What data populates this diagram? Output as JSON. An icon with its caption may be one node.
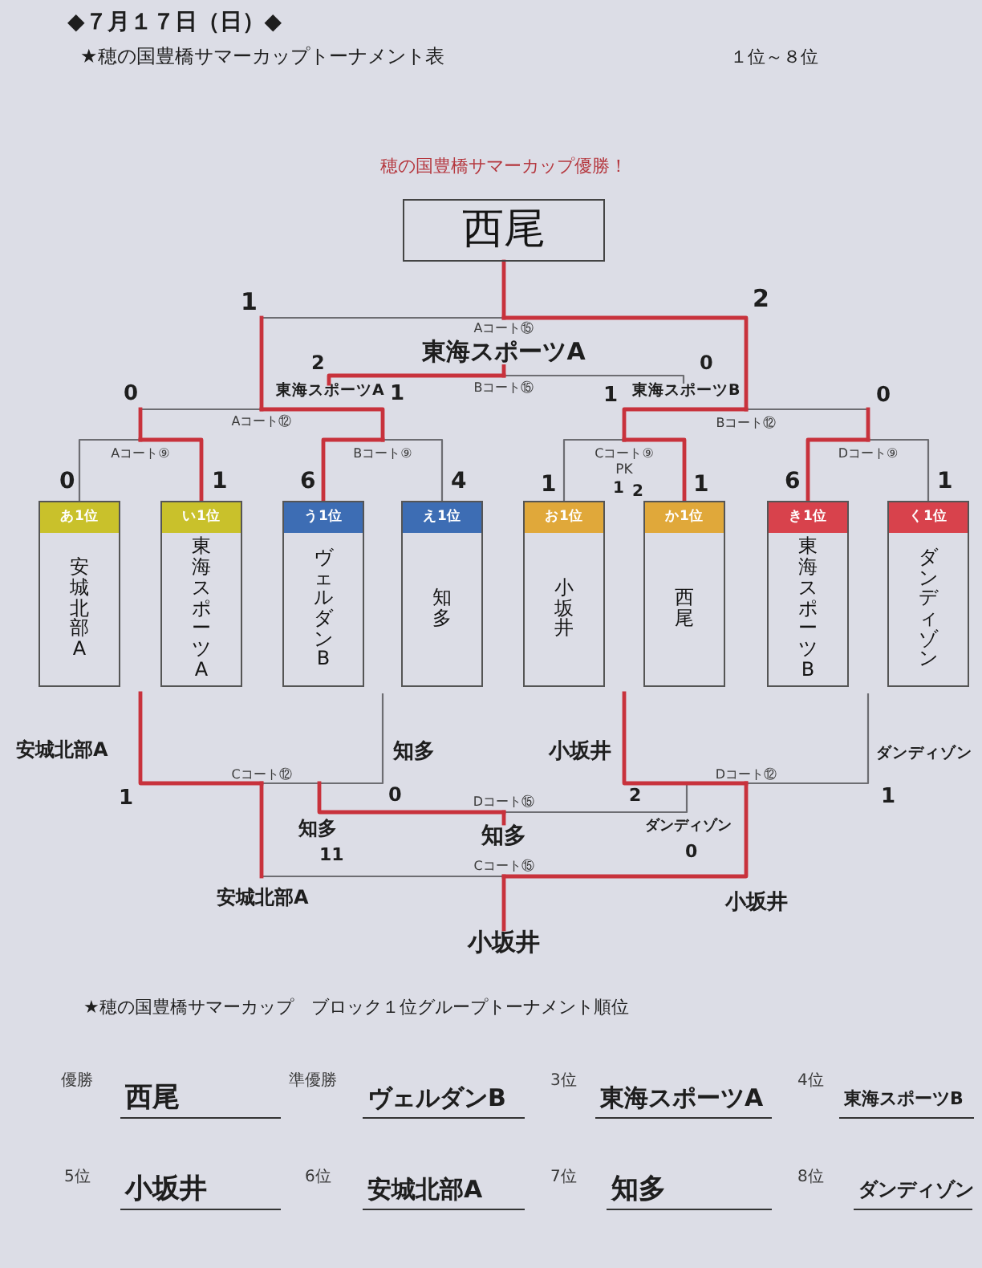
{
  "diagram": {
    "title": "★穂の国豊橋サマーカップトーナメント表",
    "nodes": [
      {
        "text": [
          "西尾"
        ],
        "beside": [
          "穂の国豊橋サマーカップ優勝！"
        ]
      },
      {
        "text": [
          "東海スポーツA"
        ]
      },
      {
        "text": [
          "東海スポーツA"
        ]
      },
      {
        "text": [
          "東海スポーツB"
        ]
      },
      {
        "text": [
          "あ1位",
          "安城北部A"
        ]
      },
      {
        "text": [
          "い1位",
          "東海スポーツA"
        ]
      },
      {
        "text": [
          "う1位",
          "ヴェルダンB"
        ]
      },
      {
        "text": [
          "え1位",
          "知多"
        ]
      },
      {
        "text": [
          "お1位",
          "小坂井"
        ]
      },
      {
        "text": [
          "か1位",
          "西尾"
        ]
      },
      {
        "text": [
          "き1位",
          "東海スポーツB"
        ]
      },
      {
        "text": [
          "く1位",
          "ダンディゾン"
        ]
      },
      {
        "text": [
          "知多"
        ]
      },
      {
        "text": [
          "小坂井"
        ]
      }
    ],
    "edges": [
      {
        "from": 4,
        "to": 0,
        "arrow": "none"
      },
      {
        "from": 5,
        "to": 0,
        "arrow": "none"
      },
      {
        "from": 6,
        "to": 0,
        "arrow": "none"
      },
      {
        "from": 7,
        "to": 0,
        "arrow": "none"
      },
      {
        "from": 8,
        "to": 0,
        "arrow": "none",
        "color": "#c8323c"
      },
      {
        "from": 9,
        "to": 0,
        "arrow": "none",
        "color": "#c8323c"
      },
      {
        "from": 10,
        "to": 0,
        "arrow": "none",
        "color": "#c8323c"
      },
      {
        "from": 11,
        "to": 0,
        "arrow": "none",
        "color": "#c8323c"
      },
      {
        "from": 2,
        "to": 1,
        "arrow": "none",
        "color": "#c8323c"
      },
      {
        "from": 3,
        "to": 1,
        "arrow": "none"
      },
      {
        "from": null,
        "to": 12,
        "arrow": "none",
        "color": "#c8323c"
      },
      {
        "from": null,
        "to": 12,
        "arrow": "none"
      },
      {
        "from": null,
        "to": 13,
        "arrow": "none"
      },
      {
        "from": null,
        "to": 13,
        "arrow": "none"
      },
      {
        "from": null,
        "to": 13,
        "arrow": "none",
        "color": "#c8323c"
      },
      {
        "from": null,
        "to": 13,
        "arrow": "none",
        "color": "#c8323c"
      }
    ],
    "labels": [
      "◆７月１７日（日）◆",
      "１位～８位",
      "1",
      "2",
      "Aコート⑮",
      "2",
      "0",
      "0",
      "1",
      "Bコート⑮",
      "1",
      "0",
      "Aコート⑫",
      "Bコート⑫",
      "Aコート⑨",
      "Bコート⑨",
      "Cコート⑨",
      "Dコート⑨",
      "0",
      "1",
      "6",
      "4",
      "1",
      "PK",
      "1",
      "2",
      "1",
      "6",
      "1",
      "安城北部A",
      "知多",
      "小坂井",
      "ダンディゾン",
      "Cコート⑫",
      "Dコート⑫",
      "1",
      "0",
      "Dコート⑮",
      "2",
      "1",
      "知多",
      "ダンディゾン",
      "11",
      "Cコート⑮",
      "0",
      "安城北部A",
      "小坂井",
      "★穂の国豊橋サマーカップ　ブロック１位グループトーナメント順位",
      "優勝",
      "西尾",
      "準優勝",
      "ヴェルダンB",
      "3位",
      "東海スポーツA",
      "4位",
      "東海スポーツB",
      "5位",
      "小坂井",
      "6位",
      "安城北部A",
      "7位",
      "知多",
      "8位",
      "ダンディゾン"
    ]
  }
}
